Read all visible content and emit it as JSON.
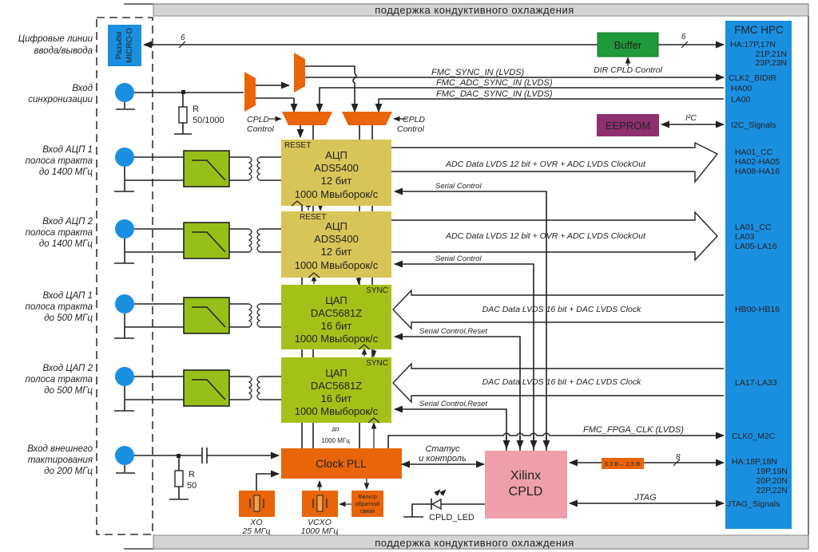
{
  "colors": {
    "fmc_blue": "#1a8fe0",
    "adc_khaki": "#d7c558",
    "dac_green": "#a4c11a",
    "filter_green": "#97bf1a",
    "orange": "#e8650a",
    "buffer_green": "#1e9a3a",
    "eeprom_purple": "#8e2f6e",
    "cpld_pink": "#ee9fa9",
    "connector_blue": "#1a8fe0",
    "cooling_gray": "#d4d4d4"
  },
  "cooling": {
    "top_label": "поддержка кондуктивного охлаждения",
    "bottom_label": "поддержка кондуктивного охлаждения"
  },
  "inputs": [
    {
      "id": "digital-io",
      "lines": [
        "Цифровые линии",
        "ввода/вывода"
      ]
    },
    {
      "id": "sync-input",
      "lines": [
        "Вход",
        "синхронизации"
      ]
    },
    {
      "id": "adc1-input",
      "lines": [
        "Вход АЦП 1",
        "полоса тракта",
        "до 1400 МГц"
      ]
    },
    {
      "id": "adc2-input",
      "lines": [
        "Вход АЦП 2",
        "полоса тракта",
        "до 1400 МГц"
      ]
    },
    {
      "id": "dac1-output",
      "lines": [
        "Вход ЦАП 1",
        "полоса тракта",
        "до 500 МГц"
      ]
    },
    {
      "id": "dac2-output",
      "lines": [
        "Вход ЦАП 2",
        "полоса тракта",
        "до 500 МГц"
      ]
    },
    {
      "id": "ext-clock-input",
      "lines": [
        "Вход внешнего",
        "тактирования",
        "до 200 МГц"
      ]
    }
  ],
  "connector": {
    "lines": [
      "Разъём",
      "MICRO-D"
    ]
  },
  "resistors": {
    "sync": {
      "name": "R",
      "value": "50/1000"
    },
    "clock": {
      "name": "R",
      "value": "50"
    }
  },
  "bus_widths": {
    "digital_io": "6",
    "buffer_out": "6",
    "cpld_out": "8"
  },
  "buffer": {
    "label": "Buffer",
    "control": "DIR CPLD Control"
  },
  "eeprom": {
    "label": "EEPROM",
    "bus": "I²C"
  },
  "mux": {
    "cpld_control_left": [
      "CPLD",
      "Control"
    ],
    "cpld_control_right": [
      "CPLD",
      "Control"
    ]
  },
  "sync_signals": [
    "FMC_SYNC_IN (LVDS)",
    "FMC_ADC_SYNC_IN (LVDS)",
    "FMC_DAC_SYNC_IN (LVDS)"
  ],
  "adcs": [
    {
      "tag": "RESET",
      "lines": [
        "АЦП",
        "ADS5400",
        "12 бит",
        "1000 Мвыборок/с"
      ],
      "bus": "ADC Data LVDS 12 bit + OVR + ADC LVDS ClockOut",
      "control": "Serial Control"
    },
    {
      "tag": "RESET",
      "lines": [
        "АЦП",
        "ADS5400",
        "12 бит",
        "1000 Мвыборок/с"
      ],
      "bus": "ADC Data LVDS 12 bit + OVR + ADC LVDS ClockOut",
      "control": "Serial Control"
    }
  ],
  "dacs": [
    {
      "tag": "SYNC",
      "lines": [
        "ЦАП",
        "DAC5681Z",
        "16 бит",
        "1000 Мвыборок/с"
      ],
      "bus": "DAC Data LVDS 16 bit + DAC LVDS Clock",
      "control": "Serial Control,Reset"
    },
    {
      "tag": "SYNC",
      "lines": [
        "ЦАП",
        "DAC5681Z",
        "16 бит",
        "1000 Мвыборок/с"
      ],
      "bus": "DAC Data LVDS 16 bit + DAC LVDS Clock",
      "control": "Serial Control,Reset"
    }
  ],
  "clock_freq_note": [
    "до",
    "1000 МГц"
  ],
  "clock_pll": {
    "label": "Clock PLL",
    "status": [
      "Статус",
      "и контроль"
    ]
  },
  "oscillators": [
    {
      "id": "xo",
      "lines": [
        "XO",
        "25 МГц"
      ]
    },
    {
      "id": "vcxo",
      "lines": [
        "VCXO",
        "1000 МГц"
      ]
    }
  ],
  "loop_filter": {
    "lines": [
      "Фильтр",
      "обратной",
      "связи"
    ]
  },
  "cpld": {
    "lines": [
      "Xilinx",
      "CPLD"
    ],
    "led": "CPLD_LED"
  },
  "level_shifter": {
    "label": "3.3 В↔ 2.5 В"
  },
  "fpga_clk": "FMC_FPGA_CLK (LVDS)",
  "jtag": "JTAG",
  "fmc": {
    "title": "FMC  HPC",
    "pins": {
      "buffer": [
        "HA:17P,17N",
        "21P,21N",
        "23P,23N"
      ],
      "clk2": "CLK2_BIDIR",
      "ha00": "HA00",
      "la00": "LA00",
      "i2c": "I2C_Signals",
      "adc1": [
        "HA01_CC",
        "HA02-HA05",
        "HA08-HA16"
      ],
      "adc2": [
        "LA01_CC",
        "LA03",
        "LA05-LA16"
      ],
      "dac1": "HB00-HB16",
      "dac2": "LA17-LA33",
      "clk0": "CLK0_M2C",
      "cpld": [
        "HA:18P,18N",
        "19P,19N",
        "20P,20N",
        "22P,22N"
      ],
      "jtag": "JTAG_Signals"
    }
  }
}
